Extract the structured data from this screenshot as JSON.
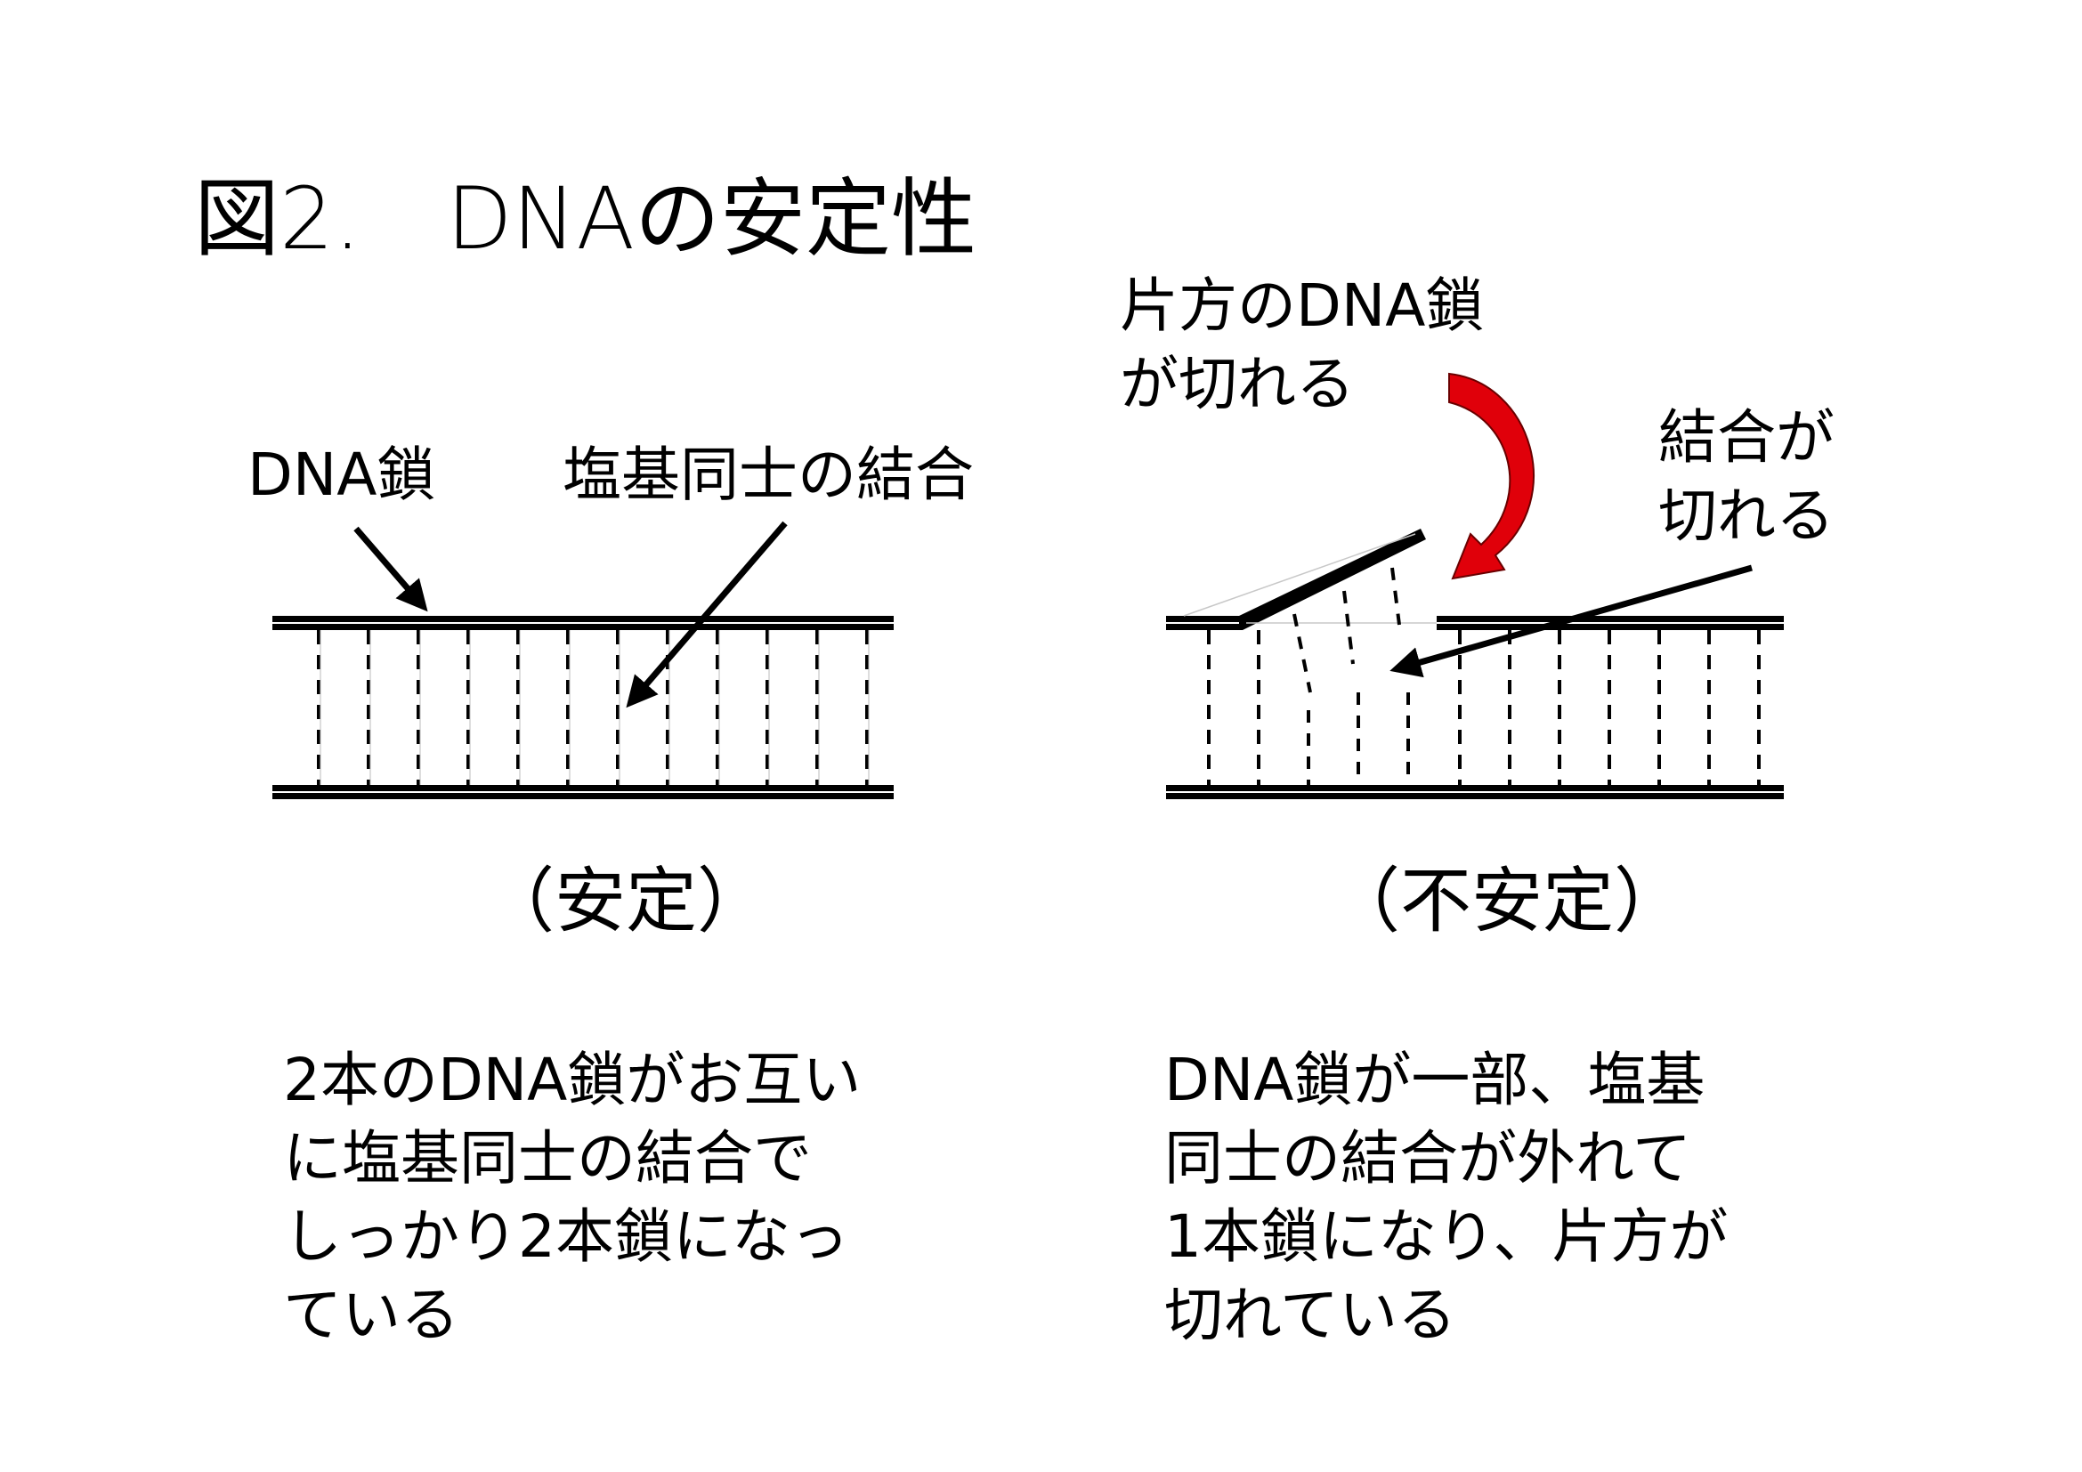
{
  "title": "図2.　DNAの安定性",
  "left_panel": {
    "label_strand": "DNA鎖",
    "label_bond": "塩基同士の結合",
    "caption": "（安定）",
    "description": [
      "2本のDNA鎖がお互い",
      "に塩基同士の結合で",
      "しっかり2本鎖になっ",
      "ている"
    ]
  },
  "right_panel": {
    "label_strand_break": [
      "片方のDNA鎖",
      "が切れる"
    ],
    "label_bond_break": [
      "結合が",
      "切れる"
    ],
    "caption": "（不安定）",
    "description": [
      "DNA鎖が一部、塩基",
      "同士の結合が外れて",
      "1本鎖になり、片方が",
      "切れている"
    ]
  },
  "colors": {
    "strand": "#000000",
    "curved_arrow": "#e0000a",
    "bond_line": "#bbbbbb"
  }
}
